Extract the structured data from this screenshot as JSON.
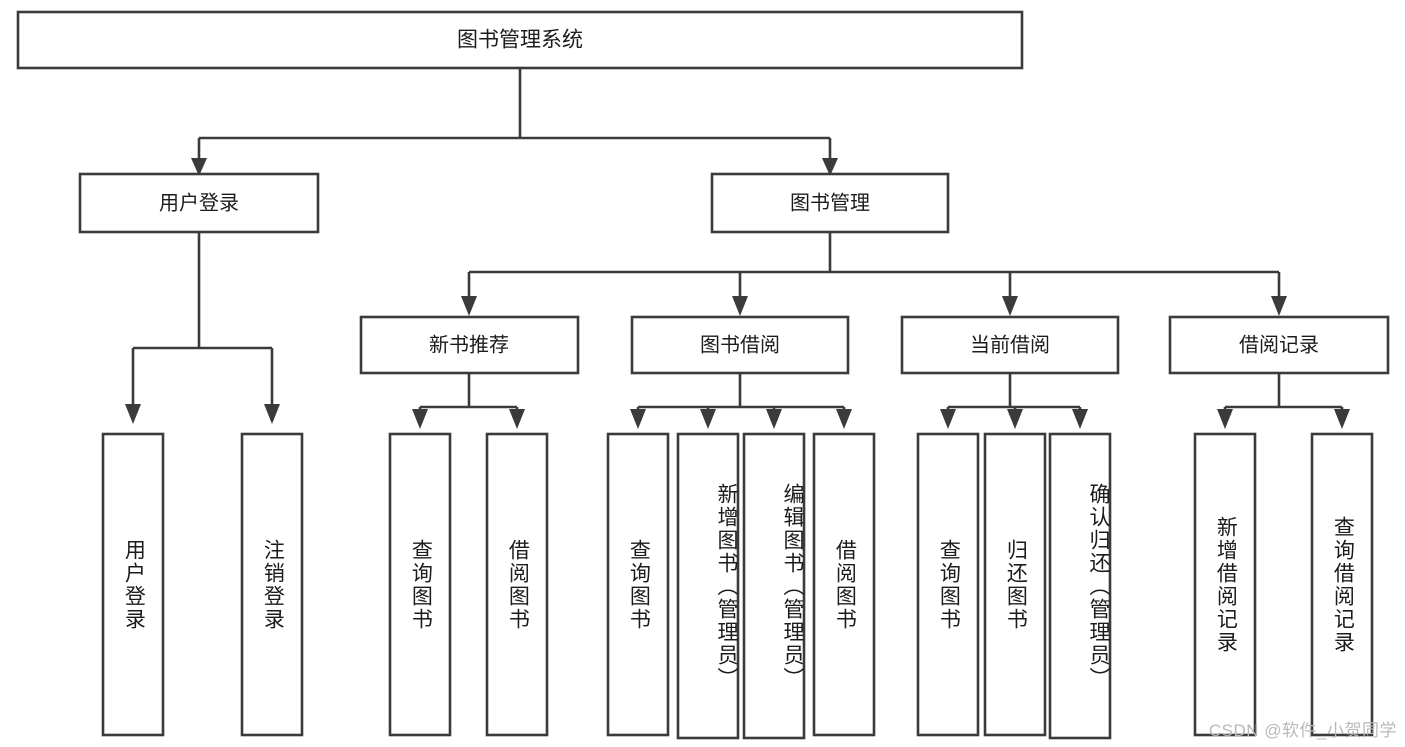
{
  "diagram": {
    "kind": "tree-hierarchy-chart",
    "title": "图书管理系统",
    "watermark": "CSDN @软件_小贺同学",
    "colors": {
      "box_stroke": "#3b3b3b",
      "box_fill": "#ffffff",
      "text": "#1c1c1c",
      "background": "#ffffff",
      "watermark": "#b9b9b9"
    },
    "root": {
      "label": "图书管理系统"
    },
    "level2": [
      {
        "label": "用户登录"
      },
      {
        "label": "图书管理"
      }
    ],
    "level3": [
      {
        "label": "新书推荐"
      },
      {
        "label": "图书借阅"
      },
      {
        "label": "当前借阅"
      },
      {
        "label": "借阅记录"
      }
    ],
    "leaves": {
      "user_login": [
        {
          "label": "用户登录"
        },
        {
          "label": "注销登录"
        }
      ],
      "new_book_recommend": [
        {
          "label": "查询图书"
        },
        {
          "label": "借阅图书"
        }
      ],
      "book_borrow": [
        {
          "label": "查询图书"
        },
        {
          "label": "新增图书（管理员）"
        },
        {
          "label": "编辑图书（管理员）"
        },
        {
          "label": "借阅图书"
        }
      ],
      "current_borrow": [
        {
          "label": "查询图书"
        },
        {
          "label": "归还图书"
        },
        {
          "label": "确认归还（管理员）"
        }
      ],
      "borrow_record": [
        {
          "label": "新增借阅记录"
        },
        {
          "label": "查询借阅记录"
        }
      ]
    }
  }
}
